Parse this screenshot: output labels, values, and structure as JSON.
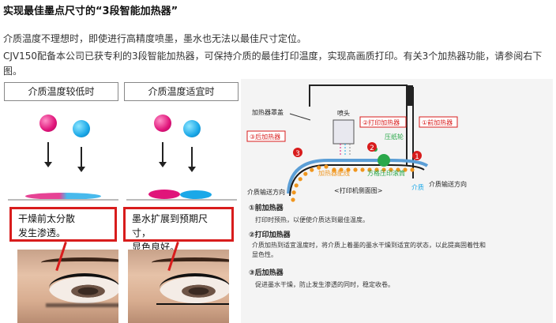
{
  "title": "实现最佳墨点尺寸的“3段智能加热器”",
  "intro_line1": "介质温度不理想时，即使进行高精度喷墨，墨水也无法以最佳尺寸定位。",
  "intro_line2": "CJV150配备本公司已获专利的3段智能加热器，可保持介质的最佳打印温度，实现高画质打印。有关3个加热器功能，请参阅右下图。",
  "left_panel": {
    "low_temp_label": "介质温度较低时",
    "good_temp_label": "介质温度适宜时",
    "low_temp_caption_l1": "干燥前太分散",
    "low_temp_caption_l2": "发生渗透。",
    "good_temp_caption_l1": "墨水扩展到预期尺寸，",
    "good_temp_caption_l2": "显色良好。"
  },
  "diagram": {
    "exhaust_label": "加热器罩盖",
    "head_label": "喷头",
    "print_heater_tag": "②打印加热器",
    "pre_heater_tag": "①前加热器",
    "post_heater_tag": "③后加热器",
    "pinch_label": "压纸轮",
    "heater_wire_label": "加热器配线",
    "pinch_rail_label": "方格压印滚筒",
    "media_out_label": "介质输送方向",
    "media_label": "介质",
    "media_in_label": "介质输送方向",
    "cross_section_label": "<打印机侧面图>",
    "num1": "1",
    "num2": "2",
    "num3": "3"
  },
  "heaters": [
    {
      "title": "①前加热器",
      "desc": "打印时预热，以便使介质达到最佳温度。"
    },
    {
      "title": "②打印加热器",
      "desc": "介质加热到适宜温度时，将介质上着墨的墨水干燥到适宜的状态，以此提高固着性和显色性。"
    },
    {
      "title": "③后加热器",
      "desc": "促进墨水干燥，防止发生渗透的同时，稳定收卷。"
    }
  ],
  "colors": {
    "accent_red": "#d81c1c",
    "magenta": "#e0147a",
    "cyan": "#1aa8e8",
    "heater_orange": "#f0961e",
    "press_green": "#2aa84a"
  }
}
